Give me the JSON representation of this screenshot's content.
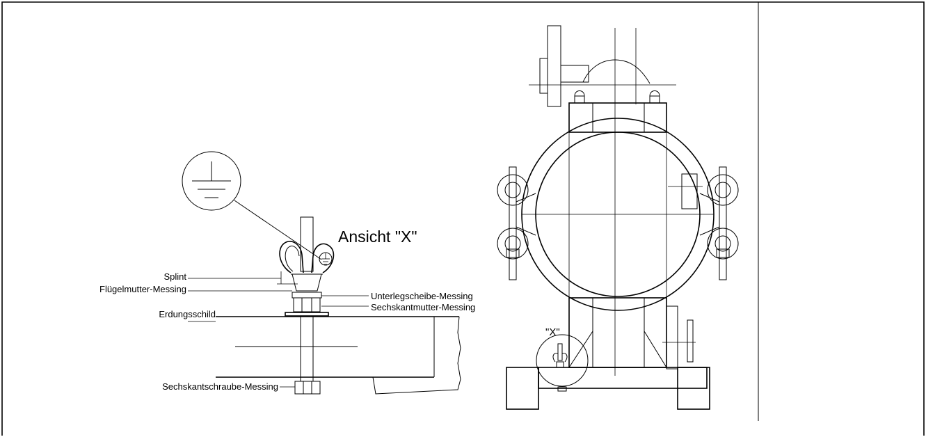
{
  "labels": {
    "view_title": "Ansicht \"X\"",
    "view_marker": "\"X\"",
    "splint": "Splint",
    "wing_nut": "Flügelmutter-Messing",
    "ground_plate": "Erdungsschild",
    "hex_bolt": "Sechskantschraube-Messing",
    "washer": "Unterlegscheibe-Messing",
    "hex_nut": "Sechskantmutter-Messing"
  }
}
